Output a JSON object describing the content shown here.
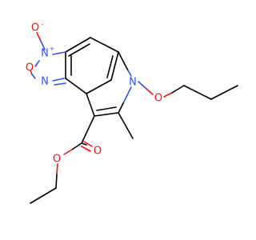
{
  "colors": {
    "background": "#ffffff",
    "bond": "#000000",
    "oxygen": "#ff0d0d",
    "nitrogen": "#3050f8"
  },
  "atoms": {
    "o_oxide": "O",
    "o_oxide_charge": "-",
    "n_oxide": "N",
    "n_oxide_charge": "+",
    "o_ring": "O",
    "n_ring": "N",
    "n_indole": "N",
    "o_butoxy": "O",
    "o_carbonyl": "O",
    "o_ester": "O"
  }
}
